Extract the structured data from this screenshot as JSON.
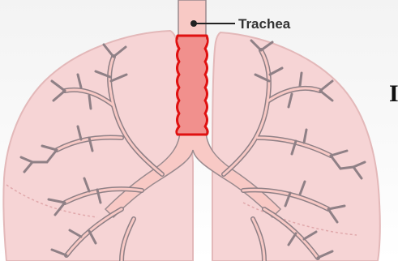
{
  "diagram": {
    "labels": {
      "trachea": "Trachea",
      "cut_letter": "I"
    },
    "colors": {
      "lung_fill": "#f6d4d5",
      "lung_outline": "#e3b8b9",
      "airway_fill": "#f8c9c5",
      "airway_outline": "#9a8a8e",
      "trachea_highlight": "#f1908d",
      "trachea_border": "#e01111",
      "leader_line": "#222222"
    },
    "icons": [
      "lung-left",
      "lung-right",
      "trachea",
      "bronchial-tree"
    ]
  }
}
